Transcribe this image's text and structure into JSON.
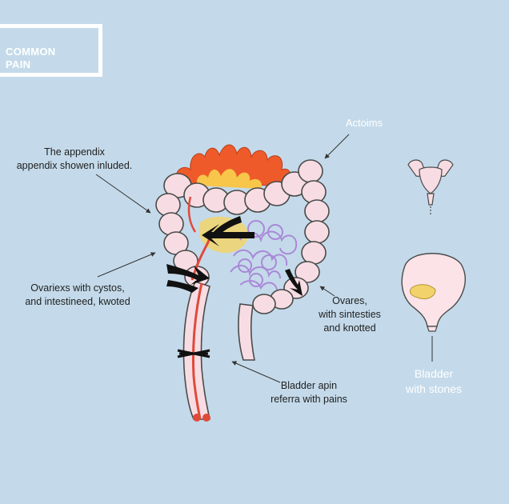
{
  "title": {
    "line1": "COMMON",
    "line2": "PAIN"
  },
  "labels": {
    "appendix": {
      "line1": "The appendix",
      "line2": "appendix showen inluded."
    },
    "ovaries_left": {
      "line1": "Ovariexs with cystos,",
      "line2": "and intestineed, kwoted"
    },
    "ovaries_right": {
      "line1": "Ovares,",
      "line2": "with sintesties",
      "line3": "and knotted"
    },
    "bladder_pain": {
      "line1": "Bladder apin",
      "line2": "referra with pains"
    },
    "actoims": "Actoims",
    "bladder_stones": {
      "line1": "Bladder",
      "line2": "with stones"
    }
  },
  "colors": {
    "background": "#c4daea",
    "intestine": "#f7dde3",
    "outline": "#4a4a4a",
    "fire": "#ef5a2a",
    "fire_inner": "#f7c64a",
    "intestine_coil": "#b79be0",
    "nerve": "#e04a3a",
    "arrow": "#111111",
    "stone": "#f2d36b"
  }
}
